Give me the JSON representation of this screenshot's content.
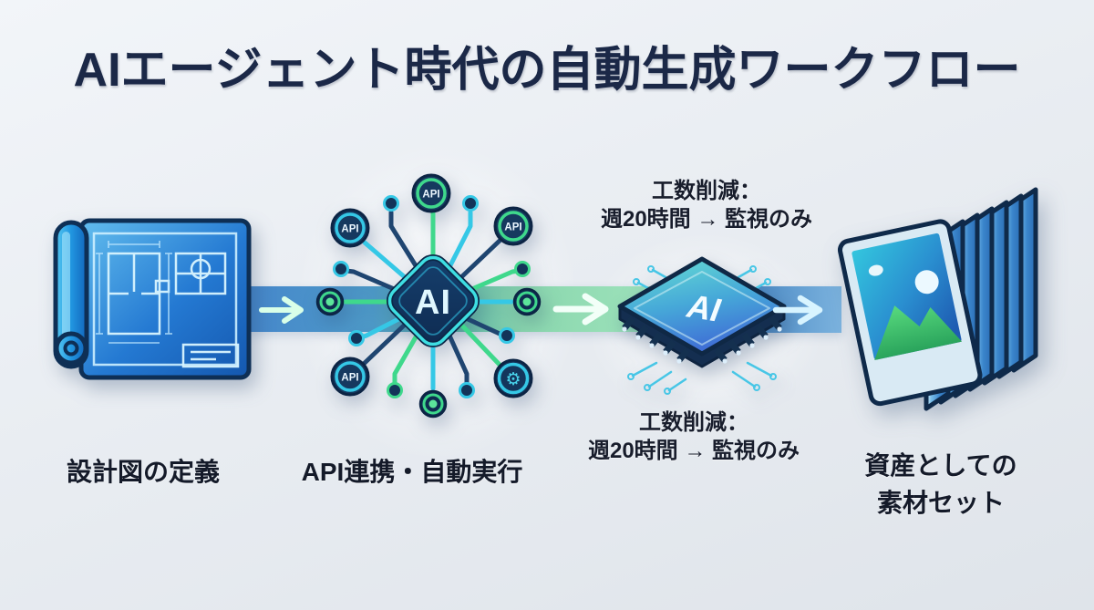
{
  "title": "AIエージェント時代の自動生成ワークフロー",
  "stages": [
    {
      "id": "blueprint",
      "label": "設計図の定義"
    },
    {
      "id": "api-hub",
      "label": "API連携・自動実行"
    },
    {
      "id": "ai-chip",
      "label": ""
    },
    {
      "id": "asset-stack",
      "label_line1": "資産としての",
      "label_line2": "素材セット"
    }
  ],
  "annotations": {
    "above_chip": {
      "line1": "工数削減：",
      "line2": "週20時間 → 監視のみ"
    },
    "below_chip": {
      "line1": "工数削減：",
      "line2": "週20時間 → 監視のみ"
    }
  },
  "icon_labels": {
    "hub_ai": "AI",
    "chip_ai": "AI",
    "api_node": "API",
    "gear": "⚙"
  },
  "colors": {
    "background_top": "#f2f5f9",
    "background_bottom": "#dfe4ea",
    "title_text": "#1b2847",
    "label_text": "#141a29",
    "band_blue": "#4687cb",
    "band_green": "#9fe3bc",
    "accent_cyan": "#35c8e6",
    "accent_green": "#3fd88c",
    "icon_outline_navy": "#0f2a4a"
  }
}
